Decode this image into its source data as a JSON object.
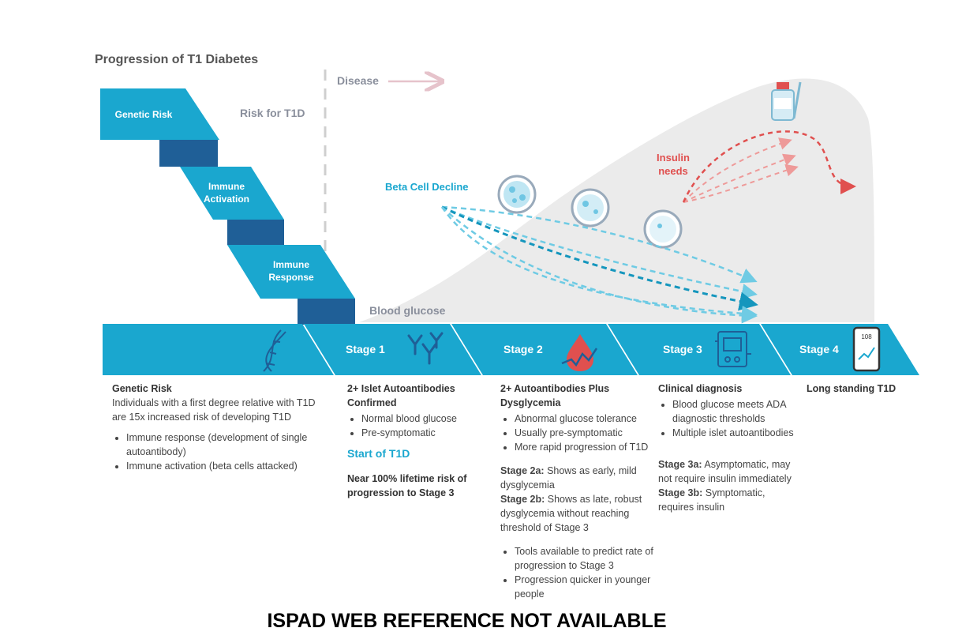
{
  "title": "Progression of T1 Diabetes",
  "staircase": [
    "Genetic Risk",
    "Immune Activation",
    "Immune Response"
  ],
  "labels": {
    "risk": "Risk for T1D",
    "disease": "Disease",
    "blood_glucose": "Blood glucose",
    "beta_cell_decline": "Beta Cell Decline",
    "insulin_needs": "Insulin needs",
    "phone_reading": "108"
  },
  "stages": [
    "Stage 1",
    "Stage 2",
    "Stage 3",
    "Stage 4"
  ],
  "columns": {
    "genetic": {
      "heading": "Genetic Risk",
      "text": "Individuals with a first degree relative with T1D are 15x increased risk of developing T1D",
      "bullets": [
        "Immune response (development of single autoantibody)",
        "Immune activation (beta cells attacked)"
      ]
    },
    "stage1": {
      "heading": "2+ Islet Autoantibodies Confirmed",
      "bullets": [
        "Normal blood glucose",
        "Pre-symptomatic"
      ],
      "start": "Start of T1D",
      "risk": "Near 100% lifetime risk of progression to Stage 3"
    },
    "stage2": {
      "heading": "2+ Autoantibodies Plus Dysglycemia",
      "bullets": [
        "Abnormal glucose tolerance",
        "Usually pre-symptomatic",
        "More rapid progression of T1D"
      ],
      "a_label": "Stage 2a:",
      "a_text": " Shows as early, mild dysglycemia",
      "b_label": "Stage 2b:",
      "b_text": " Shows as late, robust dysglycemia without reaching threshold of Stage 3",
      "bullets2": [
        "Tools available to predict rate of progression to Stage 3",
        "Progression quicker in younger people"
      ]
    },
    "stage3": {
      "heading": "Clinical diagnosis",
      "bullets": [
        "Blood glucose meets ADA diagnostic thresholds",
        "Multiple islet autoantibodies"
      ],
      "a_label": "Stage 3a:",
      "a_text": "  Asymptomatic, may not require insulin immediately",
      "b_label": "Stage 3b:",
      "b_text": " Symptomatic, requires insulin"
    },
    "stage4": {
      "heading": "Long standing T1D"
    }
  },
  "footer": "ISPAD WEB REFERENCE NOT AVAILABLE",
  "colors": {
    "primary": "#1aa7cf",
    "dark": "#1f5f97",
    "insulin": "#e0504f",
    "glucose_area": "#ebebeb"
  }
}
